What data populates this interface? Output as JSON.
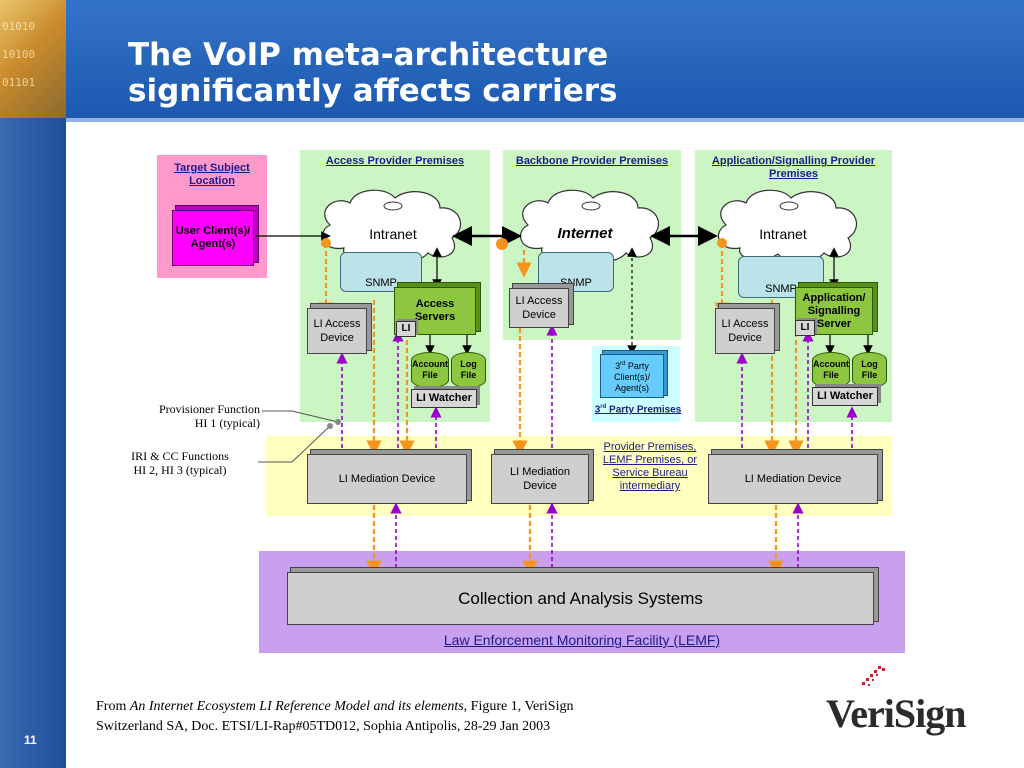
{
  "slide": {
    "title_line1": "The VoIP meta-architecture",
    "title_line2": "significantly affects carriers",
    "page_number": "11"
  },
  "diagram": {
    "target_subject": {
      "label": "Target Subject Location",
      "client": "User Client(s)/ Agent(s)"
    },
    "access_provider": {
      "label": "Access Provider Premises",
      "cloud": "Intranet",
      "snmp": "SNMP",
      "li_access_device": "LI Access Device",
      "access_servers": "Access Servers",
      "li_tag": "LI",
      "account_file": "Account File",
      "log_file": "Log File",
      "li_watcher": "LI Watcher"
    },
    "backbone_provider": {
      "label": "Backbone Provider Premises",
      "cloud": "Internet",
      "snmp": "SNMP",
      "li_access_device": "LI Access Device"
    },
    "application_provider": {
      "label": "Application/Signalling Provider Premises",
      "cloud": "Intranet",
      "snmp": "SNMP",
      "li_access_device": "LI Access Device",
      "app_server": "Application/ Signalling Server",
      "li_tag": "LI",
      "account_file": "Account File",
      "log_file": "Log File",
      "li_watcher": "LI Watcher"
    },
    "third_party": {
      "client_line1": "3",
      "client_sup": "rd",
      "client_line1_rest": " Party",
      "client_line2": "Client(s)/",
      "client_line3": "Agent(s)",
      "label_prefix": "3",
      "label_sup": "rd",
      "label_rest": " Party Premises"
    },
    "mediation": {
      "left": "LI Mediation Device",
      "center": "LI Mediation Device",
      "right": "LI Mediation Device",
      "provider_note": "Provider Premises, LEMF Premises, or Service Bureau intermediary"
    },
    "lemf": {
      "systems": "Collection and Analysis Systems",
      "label": "Law Enforcement Monitoring Facility (LEMF)"
    },
    "side_labels": {
      "provisioner_line1": "Provisioner Function",
      "provisioner_line2": "HI 1 (typical)",
      "iri_line1": "IRI & CC Functions",
      "iri_line2": "HI 2, HI 3 (typical)"
    },
    "colors": {
      "zone_green": "#ccf5c4",
      "zone_yellow": "#ffffc0",
      "zone_purple": "#c9a0f0",
      "zone_pink": "#ff99cc",
      "client_magenta": "#ff00ff",
      "arrow_orange": "#f7941d",
      "arrow_purple": "#9900cc"
    }
  },
  "footer": {
    "citation_prefix": "From ",
    "citation_title": "An Internet Ecosystem LI Reference Model and its elements",
    "citation_rest": ", Figure 1, VeriSign",
    "citation_line2": "Switzerland SA, Doc. ETSI/LI-Rap#05TD012, Sophia Antipolis, 28-29  Jan 2003",
    "logo": "VeriSign"
  }
}
